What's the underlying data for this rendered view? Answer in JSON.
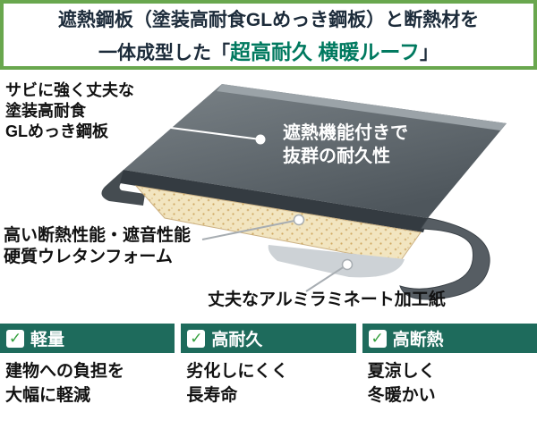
{
  "header": {
    "line1": "遮熱鋼板（塗装高耐食GLめっき鋼板）と断熱材を",
    "line2_prefix": "一体成型した「",
    "line2_highlight": "超高耐久 横暖ルーフ",
    "line2_suffix": "」",
    "border_color": "#69a74e",
    "highlight_color": "#00795f"
  },
  "diagram": {
    "steel_label": "サビに強く丈夫な\n塗装高耐食\nGLめっき鋼板",
    "heatshield_label": "遮熱機能付きで\n抜群の耐久性",
    "foam_label": "高い断熱性能・遮音性能\n硬質ウレタンフォーム",
    "paper_label": "丈夫なアルミラミネート加工紙"
  },
  "icons": {
    "check": "✓"
  },
  "features": [
    {
      "title": "軽量",
      "desc": "建物への負担を\n大幅に軽減"
    },
    {
      "title": "高耐久",
      "desc": "劣化しにくく\n長寿命"
    },
    {
      "title": "高断熱",
      "desc": "夏涼しく\n冬暖かい"
    }
  ],
  "colors": {
    "feature_header_bg": "#1e6b5c",
    "check_green": "#33a03c",
    "steel_dark": "#51585e",
    "foam_cream": "#f2e5c0",
    "paper_gray": "#cdd2d6"
  }
}
